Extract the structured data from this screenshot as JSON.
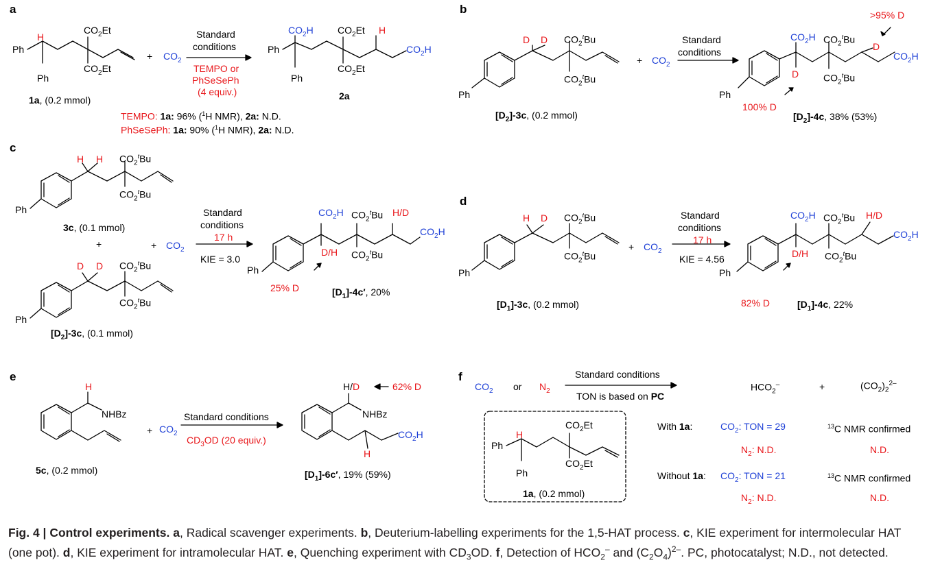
{
  "caption": {
    "figure_label": "Fig. 4 | Control experiments.",
    "a_key": "a",
    "a_text": ", Radical scavenger experiments. ",
    "b_key": "b",
    "b_text": ", Deuterium-labelling experiments for the 1,5-HAT process. ",
    "c_key": "c",
    "c_text": ", KIE experiment for intermolecular HAT (one pot). ",
    "d_key": "d",
    "d_text": ", KIE experiment for intramolecular HAT. ",
    "e_key": "e",
    "e_text": ", Quenching experiment with CD",
    "e_sub": "3",
    "e_text2": "OD. ",
    "f_key": "f",
    "f_text": ", Detection of HCO",
    "f_sub": "2",
    "f_sup": "–",
    "f_text2": " and (C",
    "f_sub2": "2",
    "f_text3": "O",
    "f_sub3": "4",
    "f_text4": ")",
    "f_sup2": "2–",
    "f_text5": ". PC, photocatalyst; N.D., not detected."
  },
  "panel_a": {
    "label": "a",
    "h": "H",
    "ph_top": "Ph",
    "ph_bottom": "Ph",
    "co2et_top": "CO2Et",
    "co2et_bottom": "CO2Et",
    "plus": "+",
    "co2": "CO2",
    "arrow_top1": "Standard",
    "arrow_top2": "conditions",
    "arrow_bot1": "TEMPO or",
    "arrow_bot2": "PhSeSePh",
    "arrow_bot3": "(4 equiv.)",
    "sm_label": "1a",
    "sm_amount": ", (0.2 mmol)",
    "p_co2h_left": "CO2H",
    "p_co2et_top": "CO2Et",
    "p_h": "H",
    "p_co2h_right": "CO2H",
    "p_ph_left": "Ph",
    "p_ph_bottom": "Ph",
    "p_co2et_bottom": "CO2Et",
    "p_label": "2a",
    "r1_reagent": "TEMPO:",
    "r1_text": " 1a: 96% (1H NMR), 2a: N.D.",
    "r2_reagent": "PhSeSePh:",
    "r2_text": " 1a: 90% (1H NMR), 2a: N.D."
  },
  "panel_b": {
    "label": "b",
    "d1": "D",
    "d2": "D",
    "co2tbu_top": "CO2tBu",
    "co2tbu_bottom": "CO2tBu",
    "ph": "Ph",
    "plus": "+",
    "co2": "CO2",
    "arrow_top1": "Standard",
    "arrow_top2": "conditions",
    "sm_label": "[D2]-3c",
    "sm_amount": ", (0.2 mmol)",
    "pct_top": ">95% D",
    "p_co2h": "CO2H",
    "p_co2tbu_top": "CO2tBu",
    "p_d_right": "D",
    "p_co2h_right": "CO2H",
    "p_d_bottom": "D",
    "p_co2tbu_bottom": "CO2tBu",
    "p_ph": "Ph",
    "pct_bottom": "100% D",
    "p_label": "[D2]-4c",
    "p_yield": ", 38% (53%)"
  },
  "panel_c": {
    "label": "c",
    "h1": "H",
    "h2": "H",
    "co2tbu_1a": "CO2tBu",
    "co2tbu_1b": "CO2tBu",
    "ph1": "Ph",
    "sm1_label": "3c",
    "sm1_amount": ", (0.1 mmol)",
    "plus1": "+",
    "plus2": "+",
    "co2": "CO2",
    "d1": "D",
    "d2": "D",
    "co2tbu_2a": "CO2tBu",
    "co2tbu_2b": "CO2tBu",
    "ph2": "Ph",
    "sm2_label": "[D2]-3c",
    "sm2_amount": ", (0.1 mmol)",
    "arrow_top1": "Standard",
    "arrow_top2": "conditions",
    "arrow_top3": "17 h",
    "kie": "KIE = 3.0",
    "p_co2h": "CO2H",
    "p_co2tbu_top": "CO2tBu",
    "p_hd_top": "H/D",
    "p_co2h_right": "CO2H",
    "p_dh": "D/H",
    "p_co2tbu_bottom": "CO2tBu",
    "p_ph": "Ph",
    "pct": "25% D",
    "p_label": "[D1]-4c′",
    "p_yield": ", 20%"
  },
  "panel_d": {
    "label": "d",
    "h": "H",
    "d": "D",
    "co2tbu_top": "CO2tBu",
    "co2tbu_bottom": "CO2tBu",
    "ph": "Ph",
    "plus": "+",
    "co2": "CO2",
    "arrow_top1": "Standard",
    "arrow_top2": "conditions",
    "arrow_top3": "17 h",
    "kie": "KIE = 4.56",
    "sm_label": "[D1]-3c",
    "sm_amount": ", (0.2 mmol)",
    "p_co2h": "CO2H",
    "p_co2tbu_top": "CO2tBu",
    "p_hd": "H/D",
    "p_co2h_right": "CO2H",
    "p_dh": "D/H",
    "p_co2tbu_bottom": "CO2tBu",
    "p_ph": "Ph",
    "pct": "82% D",
    "p_label": "[D1]-4c",
    "p_yield": ", 22%"
  },
  "panel_e": {
    "label": "e",
    "h": "H",
    "nhbz": "NHBz",
    "plus": "+",
    "co2": "CO2",
    "arrow_top": "Standard conditions",
    "arrow_bot": "CD3OD (20 equiv.)",
    "sm_label": "5c",
    "sm_amount": ", (0.2 mmol)",
    "p_h": "H/",
    "p_d": "D",
    "pct": "62% D",
    "p_nhbz": "NHBz",
    "p_co2h": "CO2H",
    "p_h_bottom": "H",
    "p_label": "[D1]-6c′",
    "p_yield": ", 19% (59%)"
  },
  "panel_f": {
    "label": "f",
    "co2": "CO2",
    "or": "or",
    "n2": "N2",
    "arrow_top": "Standard conditions",
    "arrow_bot": "TON is based on ",
    "arrow_bot_bold": "PC",
    "formate": "HCO2–",
    "plus": "+",
    "oxalate": "(CO2)22–",
    "with_label": "With ",
    "with_bold": "1a",
    "with_colon": ":",
    "with_co2": "CO2: TON = 29",
    "with_nmr": "13C NMR confirmed",
    "with_n2": "N2: N.D.",
    "with_nd": "N.D.",
    "without_label": "Without ",
    "without_bold": "1a",
    "without_colon": ":",
    "without_co2": "CO2: TON = 21",
    "without_nmr": "13C NMR confirmed",
    "without_n2": "N2: N.D.",
    "without_nd": "N.D.",
    "box_co2et_top": "CO2Et",
    "box_h": "H",
    "box_ph_top": "Ph",
    "box_ph_bottom": "Ph",
    "box_co2et_bottom": "CO2Et",
    "box_label": "1a",
    "box_amount": ", (0.2 mmol)"
  }
}
